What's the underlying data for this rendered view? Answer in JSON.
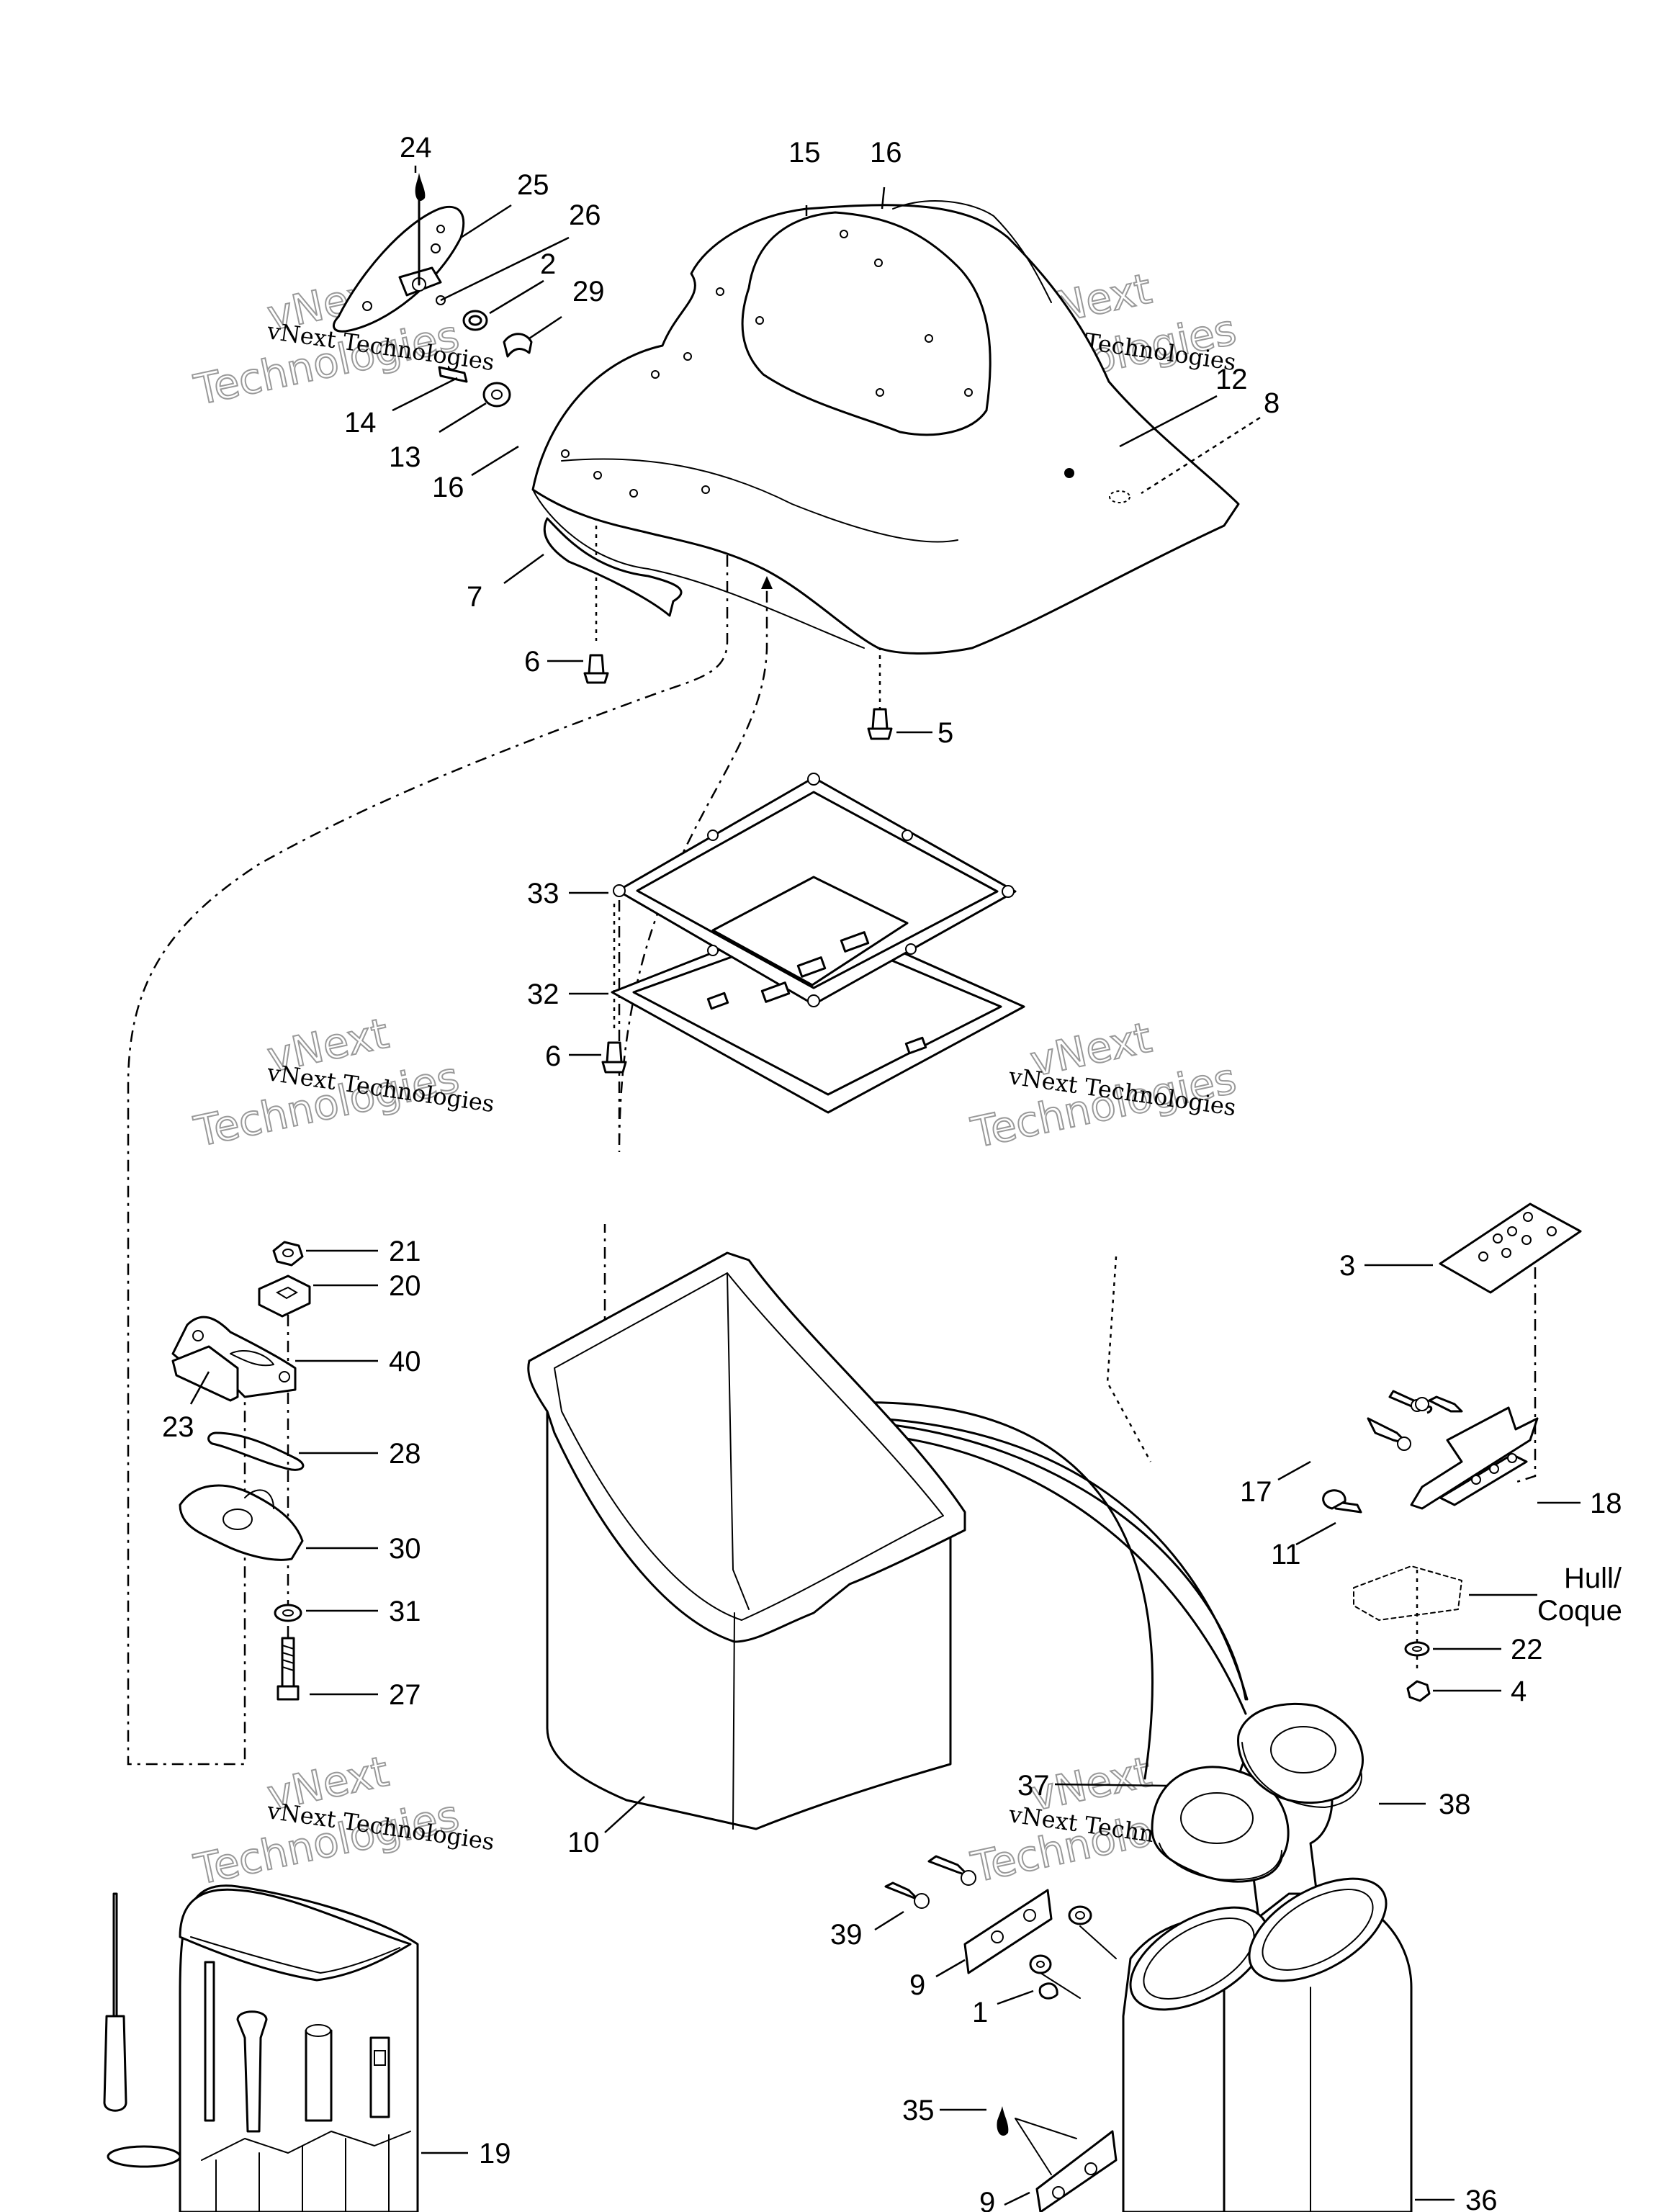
{
  "diagram": {
    "callouts": [
      {
        "id": "c24",
        "label": "24"
      },
      {
        "id": "c25",
        "label": "25"
      },
      {
        "id": "c26",
        "label": "26"
      },
      {
        "id": "c2",
        "label": "2"
      },
      {
        "id": "c29",
        "label": "29"
      },
      {
        "id": "c14",
        "label": "14"
      },
      {
        "id": "c13",
        "label": "13"
      },
      {
        "id": "c16a",
        "label": "16"
      },
      {
        "id": "c15",
        "label": "15"
      },
      {
        "id": "c16b",
        "label": "16"
      },
      {
        "id": "c12",
        "label": "12"
      },
      {
        "id": "c8",
        "label": "8"
      },
      {
        "id": "c7",
        "label": "7"
      },
      {
        "id": "c6a",
        "label": "6"
      },
      {
        "id": "c5",
        "label": "5"
      },
      {
        "id": "c33",
        "label": "33"
      },
      {
        "id": "c32",
        "label": "32"
      },
      {
        "id": "c6b",
        "label": "6"
      },
      {
        "id": "c21",
        "label": "21"
      },
      {
        "id": "c20",
        "label": "20"
      },
      {
        "id": "c40",
        "label": "40"
      },
      {
        "id": "c23",
        "label": "23"
      },
      {
        "id": "c28",
        "label": "28"
      },
      {
        "id": "c30",
        "label": "30"
      },
      {
        "id": "c31",
        "label": "31"
      },
      {
        "id": "c27",
        "label": "27"
      },
      {
        "id": "c3",
        "label": "3"
      },
      {
        "id": "c17",
        "label": "17"
      },
      {
        "id": "c18",
        "label": "18"
      },
      {
        "id": "c11",
        "label": "11"
      },
      {
        "id": "c22",
        "label": "22"
      },
      {
        "id": "c4",
        "label": "4"
      },
      {
        "id": "c10",
        "label": "10"
      },
      {
        "id": "c37",
        "label": "37"
      },
      {
        "id": "c38",
        "label": "38"
      },
      {
        "id": "c39",
        "label": "39"
      },
      {
        "id": "c9a",
        "label": "9"
      },
      {
        "id": "c1",
        "label": "1"
      },
      {
        "id": "c35",
        "label": "35"
      },
      {
        "id": "c9b",
        "label": "9"
      },
      {
        "id": "c19",
        "label": "19"
      },
      {
        "id": "c36",
        "label": "36"
      }
    ],
    "hull_label_line1": "Hull/",
    "hull_label_line2": "Coque",
    "watermark_line1": "vNext Technologies",
    "watermark_line2": "vNext",
    "watermark_line3": "Technologies"
  }
}
